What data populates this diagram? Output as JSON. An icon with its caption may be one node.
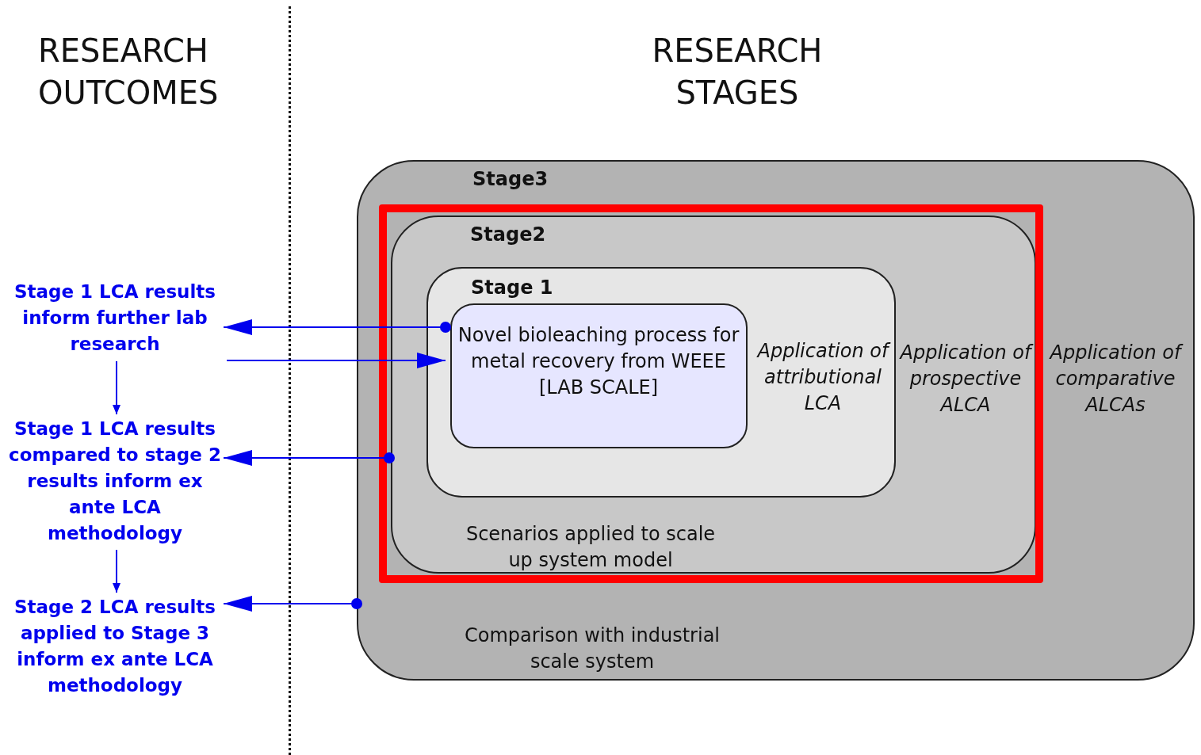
{
  "diagram": {
    "nodes": [
      {
        "text": [
          "Stage3",
          "Application of comparative ALCAs",
          "Comparison with industrial scale system"
        ]
      },
      {
        "text": [
          "Stage2",
          "Application of prospective ALCA",
          "Scenarios applied to scale up system model"
        ],
        "in": 0
      },
      {
        "text": [
          "Stage 1",
          "Application of attributional LCA"
        ],
        "in": 1
      },
      {
        "text": [
          "Novel bioleaching process for metal recovery from WEEE [LAB SCALE]"
        ],
        "in": 2
      },
      {
        "text": [
          "Stage 1 LCA results inform further lab research"
        ]
      },
      {
        "text": [
          "Stage 1 LCA results compared to stage 2 results inform ex ante LCA methodology"
        ]
      },
      {
        "text": [
          "Stage 2 LCA results applied to Stage 3 inform ex ante LCA methodology"
        ]
      }
    ],
    "edges": [
      {
        "from": 3,
        "to": 4,
        "arrow": "to"
      },
      {
        "from": 4,
        "to": 3,
        "arrow": "to"
      },
      {
        "from": 4,
        "to": 5,
        "arrow": "to"
      },
      {
        "from": 1,
        "to": 5,
        "arrow": "to"
      },
      {
        "from": 5,
        "to": 6,
        "arrow": "to"
      },
      {
        "from": 0,
        "to": 6,
        "arrow": "to"
      }
    ],
    "labels": [
      "RESEARCH OUTCOMES",
      "RESEARCH STAGES"
    ]
  }
}
